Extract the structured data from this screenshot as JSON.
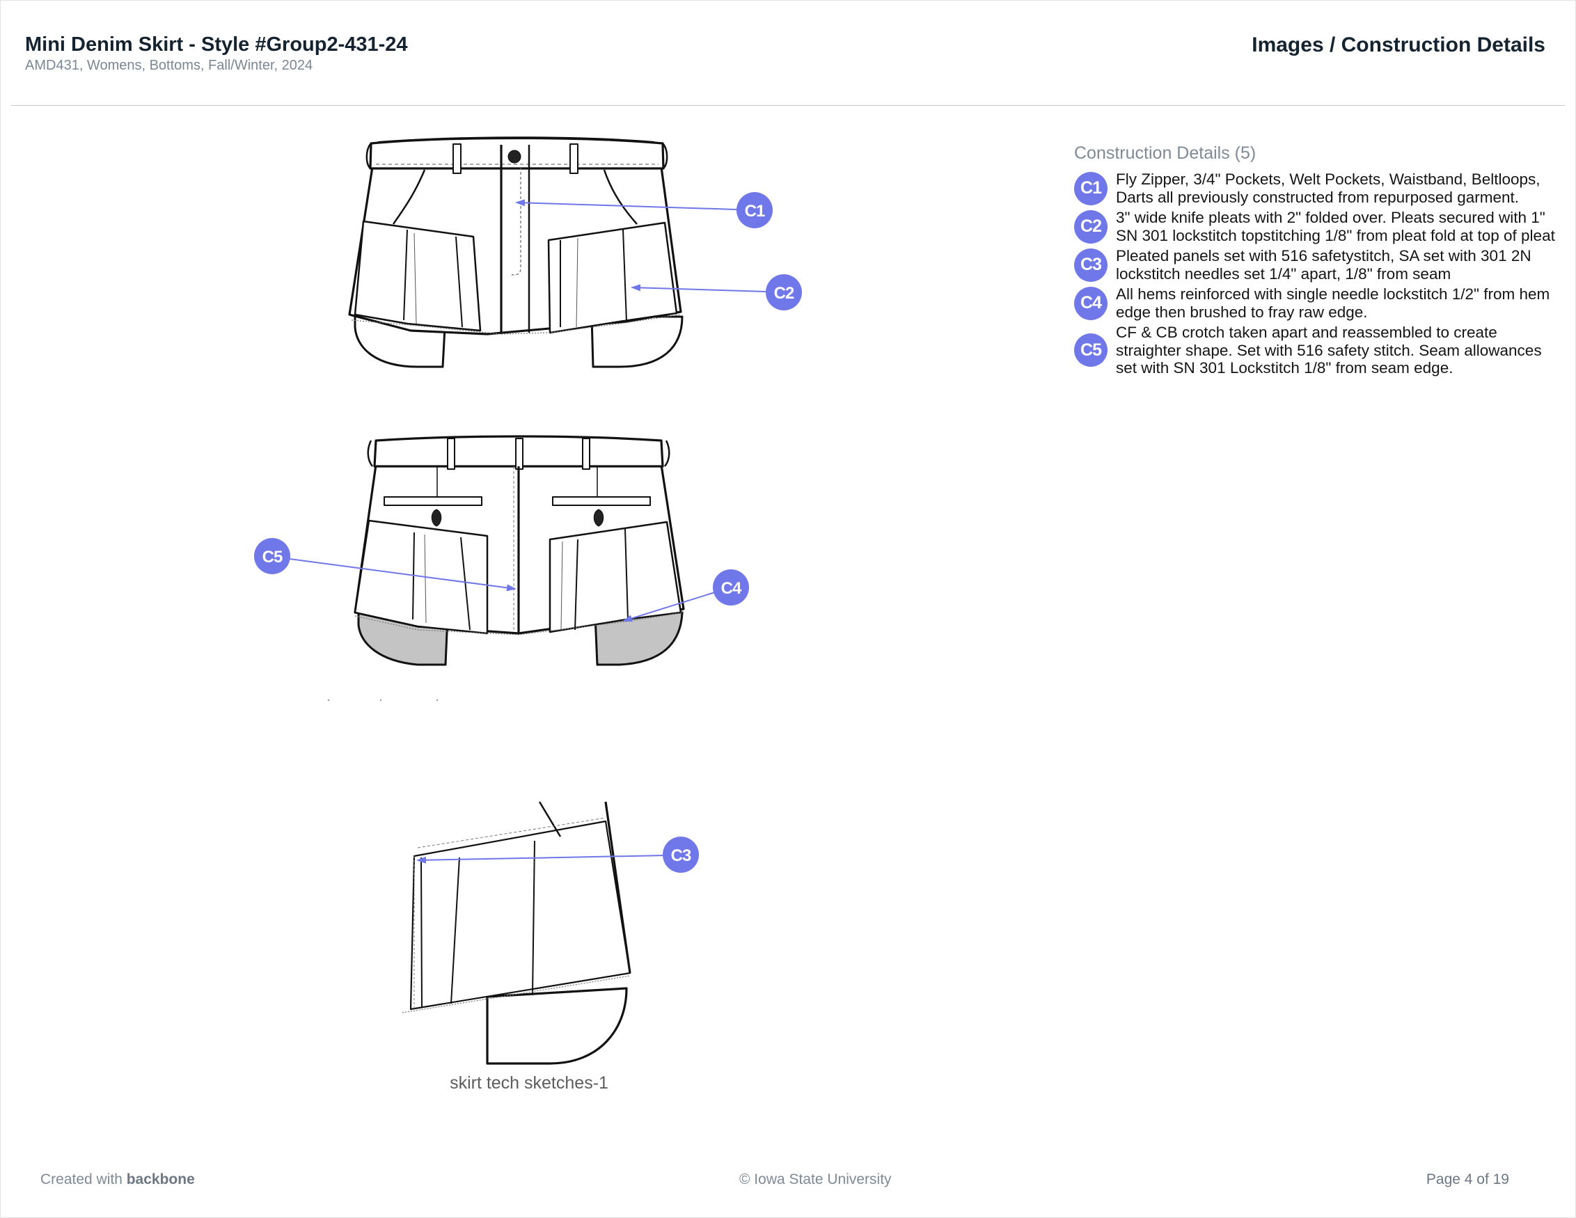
{
  "header": {
    "title": "Mini Denim Skirt - Style #Group2-431-24",
    "subtitle": "AMD431, Womens, Bottoms, Fall/Winter, 2024",
    "section_title": "Images / Construction Details"
  },
  "sketch": {
    "caption": "skirt tech sketches-1",
    "callouts": [
      "C1",
      "C2",
      "C5",
      "C4",
      "C3"
    ]
  },
  "construction": {
    "heading": "Construction Details (5)",
    "items": [
      {
        "code": "C1",
        "lines": [
          "Fly Zipper, 3/4\" Pockets, Welt Pockets, Waistband, Beltloops,",
          "Darts all previously constructed from repurposed garment."
        ]
      },
      {
        "code": "C2",
        "lines": [
          "3\" wide knife pleats with 2\" folded over. Pleats secured with 1\"",
          "SN 301 lockstitch topstitching 1/8\" from pleat fold at top of pleat"
        ]
      },
      {
        "code": "C3",
        "lines": [
          "Pleated panels set with 516 safetystitch, SA set with 301 2N",
          "lockstitch needles set 1/4\" apart, 1/8\" from seam"
        ]
      },
      {
        "code": "C4",
        "lines": [
          "All hems reinforced with single needle lockstitch 1/2\" from hem",
          "edge then brushed to fray raw edge."
        ]
      },
      {
        "code": "C5",
        "lines": [
          "CF & CB crotch taken apart and reassembled to create",
          "straighter shape. Set with 516 safety stitch. Seam allowances",
          "set with SN 301 Lockstitch 1/8\" from seam edge."
        ]
      }
    ]
  },
  "footer": {
    "created_prefix": "Created with",
    "created_brand": "backbone",
    "copyright": "© Iowa State University",
    "page": "Page 4 of 19"
  },
  "colors": {
    "accent": "#7077e8",
    "title": "#14232f",
    "muted": "#7f8a96",
    "lining_gray": "#c4c4c4"
  }
}
